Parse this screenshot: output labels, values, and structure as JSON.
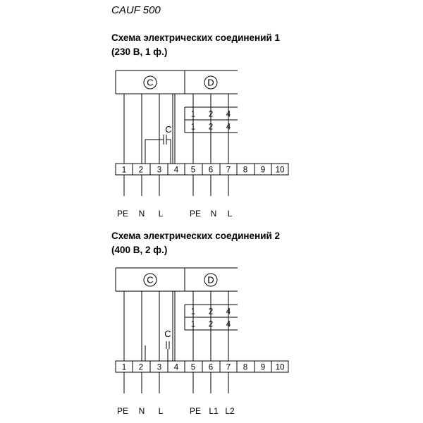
{
  "model": "CAUF 500",
  "schemes": [
    {
      "title": "Схема электрических соединений 1",
      "subtitle": "(230 В, 1 ф.)",
      "box_left": "C",
      "box_right": "D",
      "switch_rows": [
        [
          "1",
          "2",
          "4"
        ],
        [
          "1",
          "2",
          "4"
        ]
      ],
      "capacitor": "C",
      "terminals": [
        "1",
        "2",
        "3",
        "4",
        "5",
        "6",
        "7",
        "8",
        "9",
        "10"
      ],
      "supply_left": [
        "PE",
        "N",
        "L"
      ],
      "supply_right": [
        "PE",
        "N",
        "L"
      ]
    },
    {
      "title": "Схема электрических соединений 2",
      "subtitle": "(400 В, 2 ф.)",
      "box_left": "C",
      "box_right": "D",
      "switch_rows": [
        [
          "1",
          "2",
          "4"
        ],
        [
          "1",
          "2",
          "4"
        ]
      ],
      "capacitor": "C",
      "terminals": [
        "1",
        "2",
        "3",
        "4",
        "5",
        "6",
        "7",
        "8",
        "9",
        "10"
      ],
      "supply_left": [
        "PE",
        "N",
        "L"
      ],
      "supply_right": [
        "PE",
        "L1",
        "L2"
      ]
    }
  ]
}
